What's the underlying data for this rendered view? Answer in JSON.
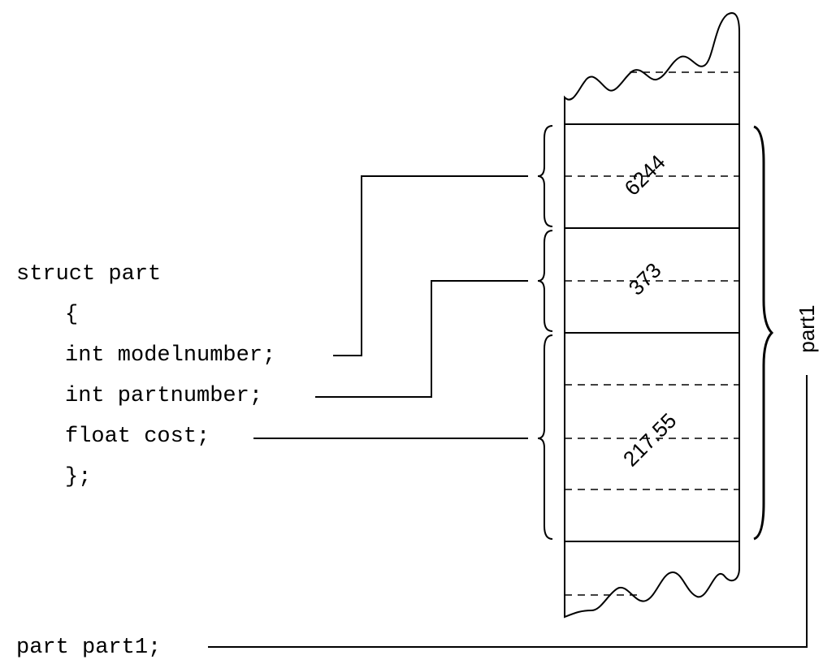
{
  "code": {
    "struct_line": "struct part",
    "open_brace": "{",
    "member_modelnumber": "int modelnumber;",
    "member_partnumber": "int partnumber;",
    "member_cost": "float cost;",
    "close_brace": "};",
    "declaration": "part part1;"
  },
  "memory": {
    "modelnumber_value": "6244",
    "partnumber_value": "373",
    "cost_value": "217.55",
    "struct_variable_label": "part1"
  }
}
